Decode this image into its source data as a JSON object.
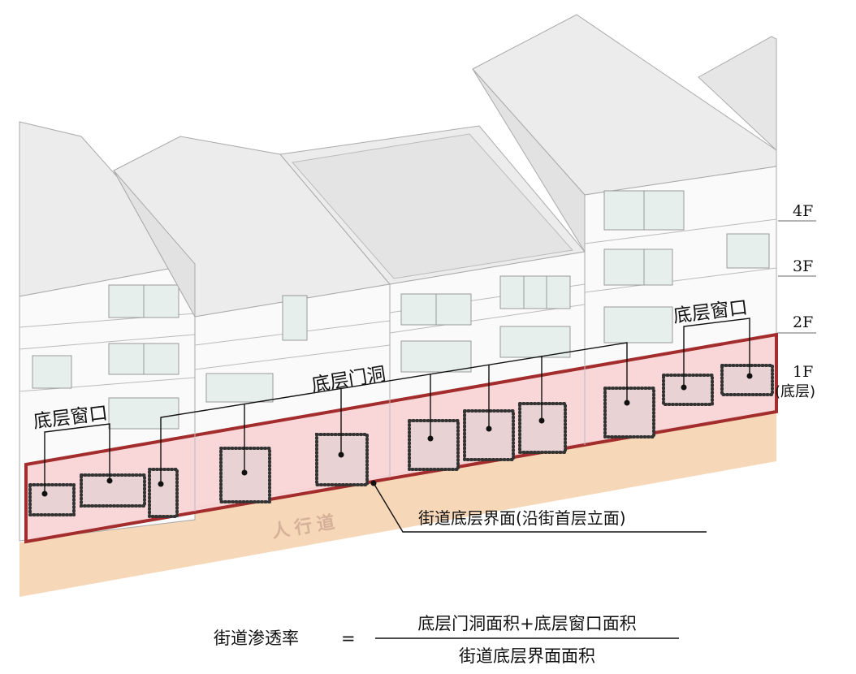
{
  "labels": {
    "ground_window_left": "底层窗口",
    "ground_door": "底层门洞",
    "ground_window_right": "底层窗口",
    "sidewalk": "人行道",
    "facade_callout": "街道底层界面(沿街首层立面)"
  },
  "floors": [
    {
      "id": "4f",
      "label": "4F"
    },
    {
      "id": "3f",
      "label": "3F"
    },
    {
      "id": "2f",
      "label": "2F"
    },
    {
      "id": "1f",
      "label": "1F",
      "sublabel": "(底层)"
    }
  ],
  "formula": {
    "lhs": "街道渗透率",
    "equals": "=",
    "numerator": "底层门洞面积+底层窗口面积",
    "denominator": "街道底层界面面积"
  },
  "colors": {
    "ground_band_fill": "#f8d4d6",
    "ground_band_stroke": "#a32c2c",
    "sidewalk": "#f6d7b8",
    "roof": "#ececec",
    "wall": "#fafafa",
    "window": "#e7efed",
    "opening": "#e8d2d3"
  }
}
